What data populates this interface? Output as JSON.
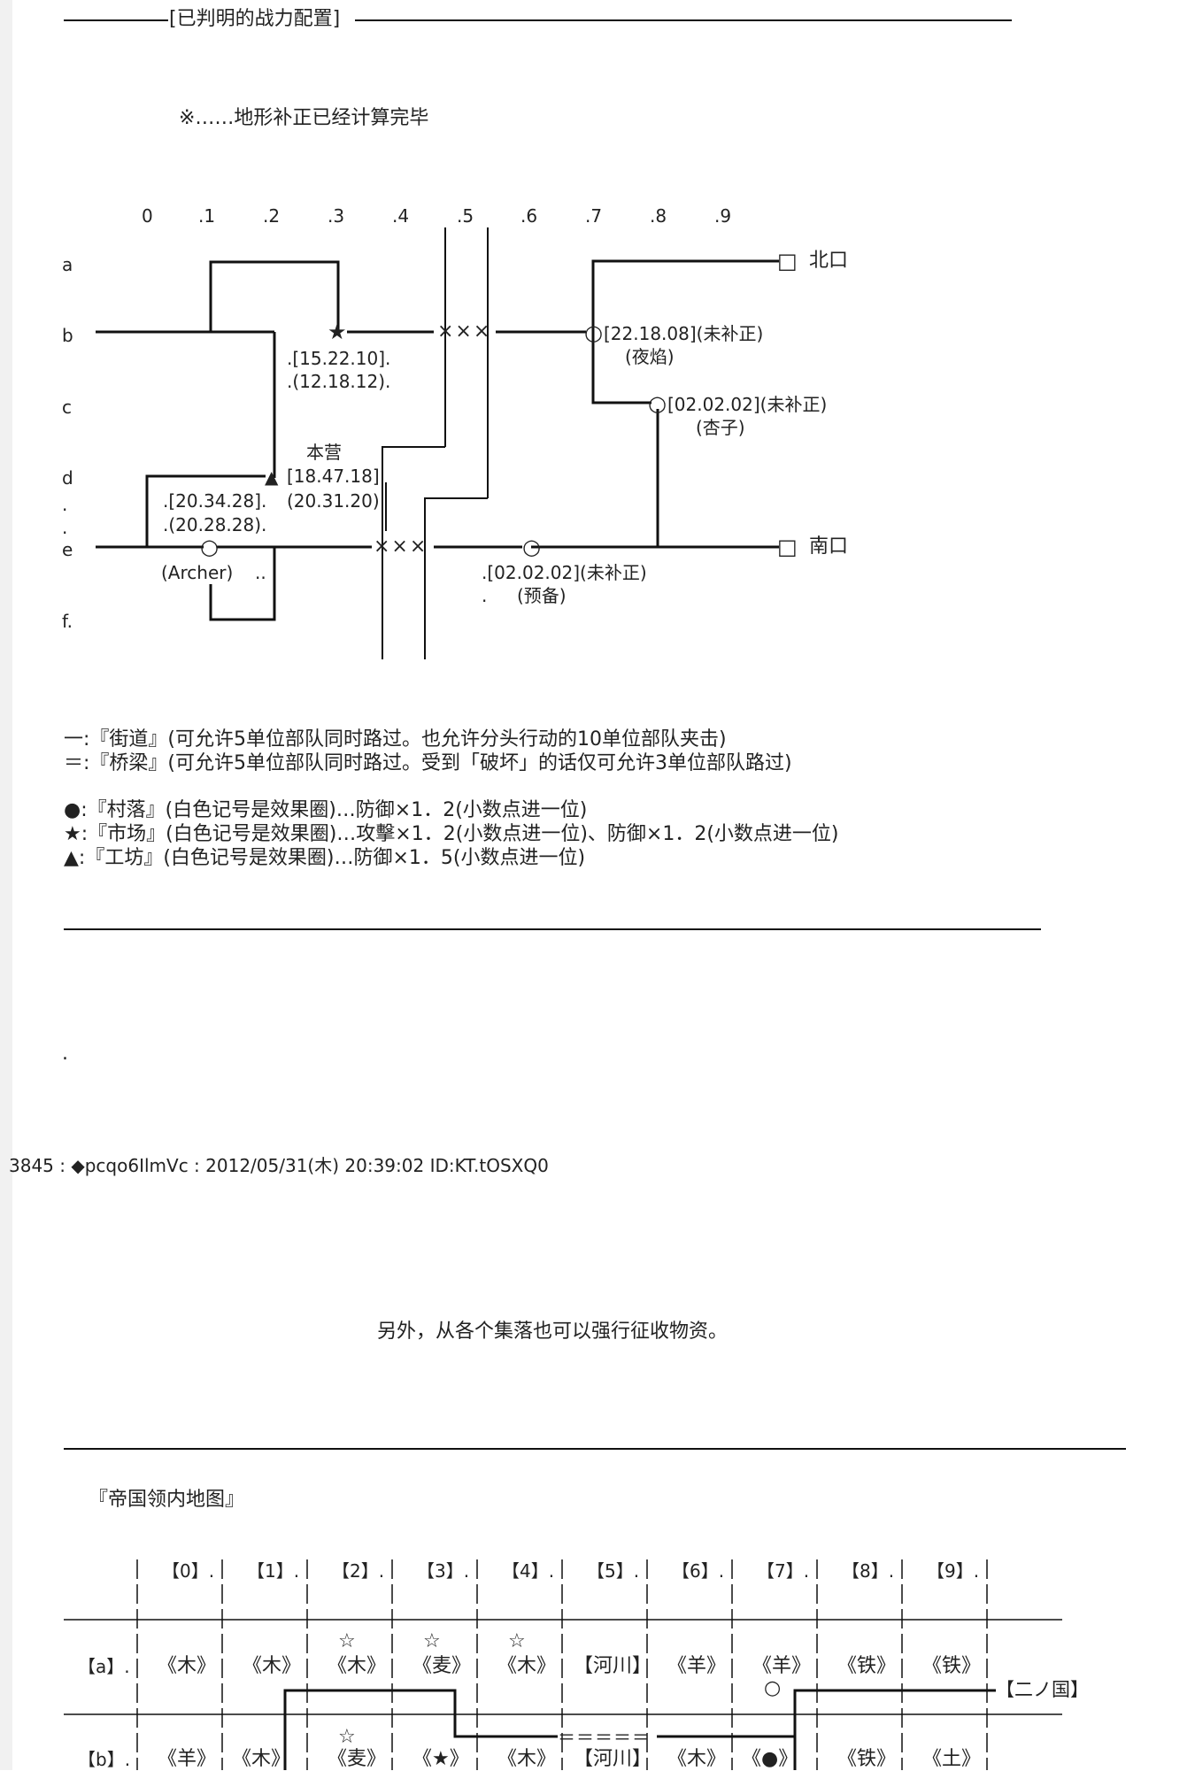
{
  "section_title": "[已判明的战力配置]",
  "note": "※……地形补正已经计算完毕",
  "map1": {
    "col_labels": [
      "0",
      ".1",
      ".2",
      ".3",
      ".4",
      ".5",
      ".6",
      ".7",
      ".8",
      ".9"
    ],
    "row_labels": [
      "a",
      "b",
      "c",
      "d",
      ".",
      ".",
      "e",
      "f."
    ],
    "north_exit": "北口",
    "south_exit": "南口",
    "crosses": [
      "×××",
      "×××"
    ],
    "labels": {
      "b_star_val1": ".[15.22.10].",
      "b_star_val2": ".(12.18.12).",
      "b7_val": "[22.18.08](未补正)",
      "b7_name": "(夜焰)",
      "c8_val": "[02.02.02](未补正)",
      "c8_name": "(杏子)",
      "hq_name": "本营",
      "hq_val1": "[18.47.18]",
      "hq_val2": "(20.31.20)",
      "d1_val1": ".[20.34.28].",
      "d1_val2": ".(20.28.28).",
      "archer": "(Archer)",
      "archer_dots": "..",
      "e6_val": ".[02.02.02](未补正)",
      "e6_name": "(预备)",
      "e6_dot": "."
    }
  },
  "legend": {
    "road": "一:『街道』(可允许5单位部队同时路过。也允许分头行动的10单位部队夹击)",
    "bridge": "＝:『桥梁』(可允许5单位部队同时路过。受到「破坏」的话仅可允许3单位部队路过)",
    "village": "●:『村落』(白色记号是效果圈)…防御×1．2(小数点进一位)",
    "market": "★:『市场』(白色记号是效果圈)…攻擊×1．2(小数点进一位)、防御×1．2(小数点进一位)",
    "workshop": "▲:『工坊』(白色记号是效果圈)…防御×1．5(小数点进一位)"
  },
  "stray_dot": ".",
  "post": {
    "header": "3845 : ◆pcqo6IlmVc : 2012/05/31(木) 20:39:02 ID:KT.tOSXQ0",
    "body": "另外，从各个集落也可以强行征收物资。"
  },
  "map2": {
    "title": "『帝国领内地图』",
    "col_headers": [
      "【0】.",
      "【1】.",
      "【2】.",
      "【3】.",
      "【4】.",
      "【5】.",
      "【6】.",
      "【7】.",
      "【8】.",
      "【9】."
    ],
    "row_a_label": "【a】.",
    "row_a": [
      "《木》",
      "《木》",
      "《木》",
      "《麦》",
      "《木》",
      "【河川】",
      "《羊》",
      "《羊》",
      "《铁》",
      "《铁》"
    ],
    "row_a_marks": [
      "",
      "",
      "☆",
      "☆",
      "☆",
      "",
      "",
      "",
      "",
      ""
    ],
    "row_b_label": "【b】.",
    "row_b": [
      "《羊》",
      "《木》",
      "《麦》",
      "《★》",
      "《木》",
      "【河川】",
      "《木》",
      "《●》",
      "《铁》",
      "《土》"
    ],
    "row_b_marks": [
      "",
      "",
      "☆",
      "",
      "",
      "",
      "",
      "",
      "",
      ""
    ],
    "exit_label": "【二ノ国】",
    "bridge_text": "＝＝＝＝＝"
  }
}
